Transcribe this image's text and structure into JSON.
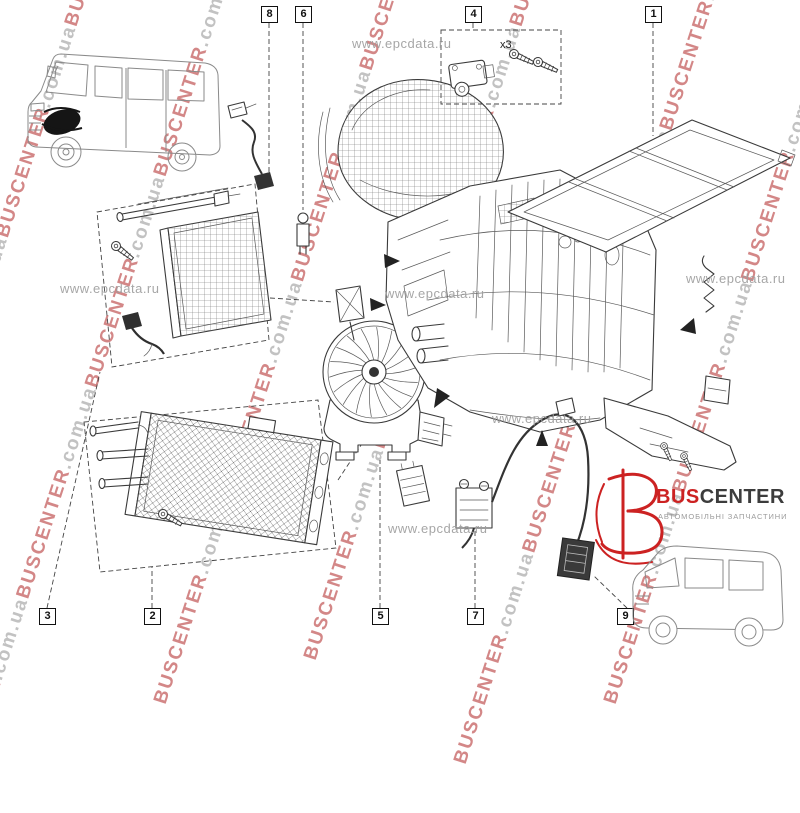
{
  "watermark": {
    "brand": "BUSCENTER",
    "suffix": ".com.ua",
    "epc": "www.epcdata.ru",
    "brand_color": "#c96a6a",
    "suffix_color": "#b3b3b3",
    "epc_color": "#9d9d9d"
  },
  "callouts": {
    "c1": "1",
    "c2": "2",
    "c3": "3",
    "c4": "4",
    "c5": "5",
    "c6": "6",
    "c7": "7",
    "c8": "8",
    "c9": "9"
  },
  "diagram": {
    "multiplier_label": "x3"
  },
  "logo": {
    "brand_primary": "BUS",
    "brand_secondary": "CENTER",
    "tagline": "АВТОМОБІЛЬНІ ЗАПЧАСТИНИ",
    "accent_color": "#cc2222",
    "text_color": "#3c3c3c"
  }
}
